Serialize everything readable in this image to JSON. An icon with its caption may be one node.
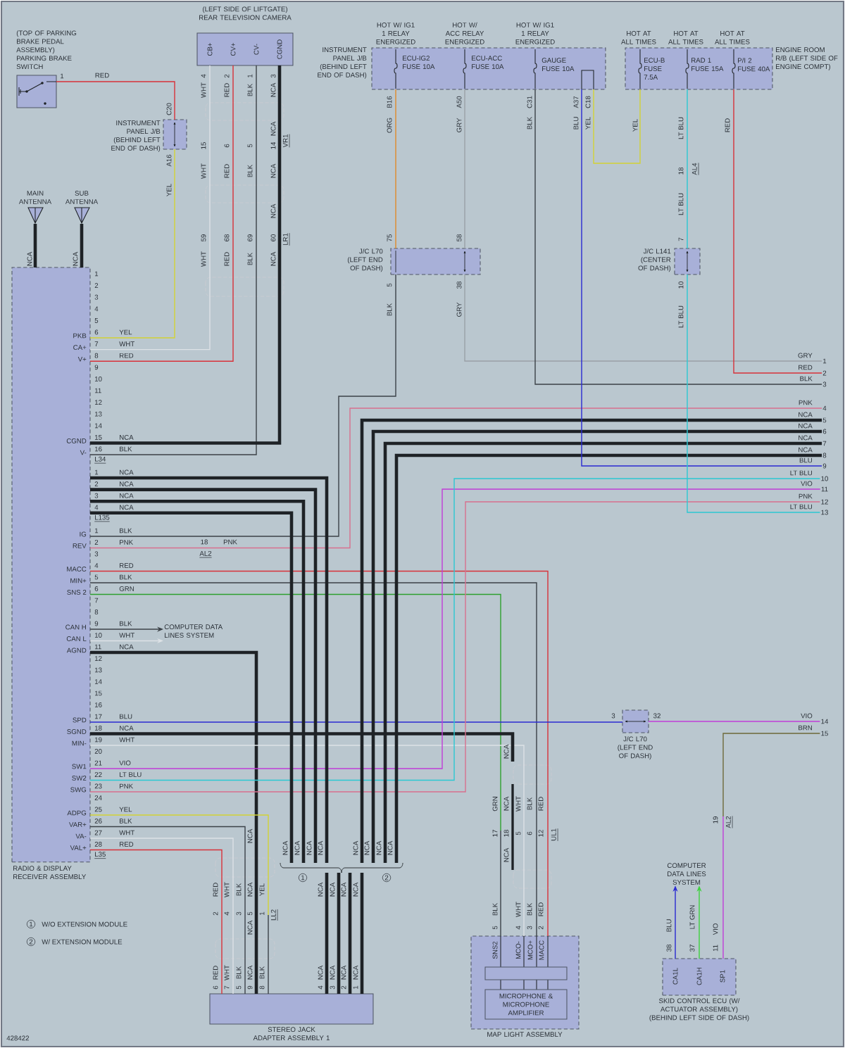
{
  "diagram": {
    "nodes": [
      {
        "text": [
          "(TOP OF PARKING BRAKE PEDAL ASSEMBLY) PARKING BRAKE SWITCH"
        ]
      },
      {
        "text": [
          "INSTRUMENT PANEL J/B (BEHIND LEFT END OF DASH)"
        ]
      },
      {
        "text": [
          "(LEFT SIDE OF LIFTGATE) REAR TELEVISION CAMERA",
          "CB+",
          "CV+",
          "CV-",
          "CGND"
        ]
      },
      {
        "text": [
          "MAIN ANTENNA"
        ]
      },
      {
        "text": [
          "SUB ANTENNA"
        ]
      },
      {
        "text": [
          "RADIO & DISPLAY RECEIVER ASSEMBLY"
        ]
      },
      {
        "text": [
          "INSTRUMENT PANEL J/B (BEHIND LEFT END OF DASH)"
        ]
      },
      {
        "text": [
          "ECU-IG2 FUSE 10A"
        ],
        "beside": [
          "HOT W/ IG1 1 RELAY ENERGIZED"
        ],
        "in": 6
      },
      {
        "text": [
          "ECU-ACC FUSE 10A"
        ],
        "beside": [
          "HOT W/ ACC RELAY ENERGIZED"
        ],
        "in": 6
      },
      {
        "text": [
          "GAUGE FUSE 10A"
        ],
        "beside": [
          "HOT W/ IG1 1 RELAY ENERGIZED"
        ],
        "in": 6
      },
      {
        "text": [
          "ENGINE ROOM R/B (LEFT SIDE OF ENGINE COMPT)"
        ]
      },
      {
        "text": [
          "ECU-B FUSE 7.5A"
        ],
        "beside": [
          "HOT AT ALL TIMES"
        ],
        "in": 10
      },
      {
        "text": [
          "RAD 1 FUSE 15A"
        ],
        "beside": [
          "HOT AT ALL TIMES"
        ],
        "in": 10
      },
      {
        "text": [
          "P/I 2 FUSE 40A"
        ],
        "beside": [
          "HOT AT ALL TIMES"
        ],
        "in": 10
      },
      {
        "text": [
          "J/C L70 (LEFT END OF DASH)"
        ]
      },
      {
        "text": [
          "J/C L141 (CENTER OF DASH)"
        ]
      },
      {
        "text": [
          "J/C L70 (LEFT END OF DASH)"
        ]
      },
      {
        "text": [
          "COMPUTER DATA LINES SYSTEM"
        ]
      },
      {
        "text": [
          "STEREO JACK ADAPTER ASSEMBLY 1"
        ]
      },
      {
        "text": [
          "MAP LIGHT ASSEMBLY",
          "SNS2",
          "MCO-",
          "MCO+",
          "MACC"
        ]
      },
      {
        "text": [],
        "shape": "bar",
        "in": 19
      },
      {
        "text": [
          "MICROPHONE & MICROPHONE AMPLIFIER"
        ],
        "in": 19
      },
      {
        "text": [
          "SKID CONTROL ECU (W/ ACTUATOR ASSEMBLY) (BEHIND LEFT SIDE OF DASH)",
          "CA1L",
          "CA1H",
          "SP1"
        ]
      },
      {
        "text": [
          "COMPUTER DATA LINES SYSTEM"
        ]
      },
      {
        "text": [
          "1"
        ]
      },
      {
        "text": [
          "2"
        ]
      },
      {
        "text": [
          "3"
        ]
      },
      {
        "text": [
          "4"
        ]
      },
      {
        "text": [
          "5"
        ]
      },
      {
        "text": [
          "6"
        ]
      },
      {
        "text": [
          "7"
        ]
      },
      {
        "text": [
          "8"
        ]
      },
      {
        "text": [
          "9"
        ]
      },
      {
        "text": [
          "10"
        ]
      },
      {
        "text": [
          "11"
        ]
      },
      {
        "text": [
          "12"
        ]
      },
      {
        "text": [
          "13"
        ]
      },
      {
        "text": [
          "14"
        ]
      },
      {
        "text": [
          "15"
        ]
      },
      {
        "text": [],
        "shape": "bracket"
      }
    ],
    "edges": [
      {
        "from": 0,
        "to": 1,
        "arrow": "none",
        "label": "RED",
        "color": "#d8323a"
      },
      {
        "from": 1,
        "to": 5,
        "arrow": "none",
        "label": "YEL",
        "color": "#d2d236"
      },
      {
        "from": 2,
        "to": 5,
        "arrow": "none",
        "label": "WHT",
        "color": "#dde2e6"
      },
      {
        "from": 2,
        "to": 5,
        "arrow": "none",
        "label": "RED",
        "color": "#d8323a"
      },
      {
        "from": 2,
        "to": 5,
        "arrow": "none",
        "label": "BLK",
        "color": "#3c4248"
      },
      {
        "from": 2,
        "to": 5,
        "arrow": "none",
        "label": "NCA",
        "style": "thick"
      },
      {
        "from": 3,
        "to": 5,
        "arrow": "none",
        "label": "NCA",
        "style": "thick"
      },
      {
        "from": 4,
        "to": 5,
        "arrow": "none",
        "label": "NCA",
        "style": "thick"
      },
      {
        "from": 5,
        "to": 14,
        "arrow": "none",
        "label": "BLK",
        "color": "#3c4248"
      },
      {
        "from": 5,
        "to": 27,
        "arrow": "none",
        "label": "PNK",
        "color": "#d8708e"
      },
      {
        "from": 5,
        "to": 19,
        "arrow": "none",
        "label": "RED",
        "color": "#d8323a"
      },
      {
        "from": 5,
        "to": 19,
        "arrow": "none",
        "label": "BLK",
        "color": "#3c4248"
      },
      {
        "from": 5,
        "to": 19,
        "arrow": "none",
        "label": "GRN",
        "color": "#2ea02e"
      },
      {
        "from": 5,
        "to": 17,
        "arrow": "to",
        "label": "BLK",
        "color": "#3c4248"
      },
      {
        "from": 5,
        "to": 17,
        "arrow": "to",
        "label": "WHT",
        "color": "#dde2e6"
      },
      {
        "from": 5,
        "to": 18,
        "arrow": "none",
        "label": "NCA",
        "style": "thick"
      },
      {
        "from": 5,
        "to": 16,
        "arrow": "none",
        "label": "BLU",
        "color": "#2a2ad2"
      },
      {
        "from": 5,
        "to": 19,
        "arrow": "none",
        "label": "WHT",
        "color": "#dde2e6"
      },
      {
        "from": 5,
        "to": null,
        "arrow": "none",
        "label": "NCA",
        "style": "thick"
      },
      {
        "from": 5,
        "to": 34,
        "arrow": "none",
        "label": "VIO",
        "color": "#c03ed8"
      },
      {
        "from": 5,
        "to": 33,
        "arrow": "none",
        "label": "LT BLU",
        "color": "#2cc8d2"
      },
      {
        "from": 5,
        "to": 35,
        "arrow": "none",
        "label": "PNK",
        "color": "#d8708e"
      },
      {
        "from": 5,
        "to": 18,
        "arrow": "none",
        "label": "YEL",
        "color": "#d2d236"
      },
      {
        "from": 5,
        "to": 18,
        "arrow": "none",
        "label": "BLK",
        "color": "#3c4248"
      },
      {
        "from": 5,
        "to": 18,
        "arrow": "none",
        "label": "WHT",
        "color": "#dde2e6"
      },
      {
        "from": 5,
        "to": 18,
        "arrow": "none",
        "label": "RED",
        "color": "#d8323a"
      },
      {
        "from": 5,
        "to": 39,
        "arrow": "none",
        "label": "NCA",
        "style": "thick"
      },
      {
        "from": 5,
        "to": 39,
        "arrow": "none",
        "label": "NCA",
        "style": "thick"
      },
      {
        "from": 5,
        "to": 39,
        "arrow": "none",
        "label": "NCA",
        "style": "thick"
      },
      {
        "from": 5,
        "to": 39,
        "arrow": "none",
        "label": "NCA",
        "style": "thick"
      },
      {
        "from": 39,
        "to": 18,
        "arrow": "none",
        "label": "NCA",
        "style": "thick"
      },
      {
        "from": 39,
        "to": 18,
        "arrow": "none",
        "label": "NCA",
        "style": "thick"
      },
      {
        "from": 39,
        "to": 18,
        "arrow": "none",
        "label": "NCA",
        "style": "thick"
      },
      {
        "from": 39,
        "to": 18,
        "arrow": "none",
        "label": "NCA",
        "style": "thick"
      },
      {
        "from": 28,
        "to": 39,
        "arrow": "none",
        "label": "NCA",
        "style": "thick"
      },
      {
        "from": 29,
        "to": 39,
        "arrow": "none",
        "label": "NCA",
        "style": "thick"
      },
      {
        "from": 30,
        "to": 39,
        "arrow": "none",
        "label": "NCA",
        "style": "thick"
      },
      {
        "from": 31,
        "to": 39,
        "arrow": "none",
        "label": "NCA",
        "style": "thick"
      },
      {
        "from": 7,
        "to": 14,
        "arrow": "none",
        "label": "ORG",
        "color": "#e08a2a"
      },
      {
        "from": 8,
        "to": 14,
        "arrow": "none",
        "label": "GRY",
        "color": "#9aa0a6"
      },
      {
        "from": 14,
        "to": 24,
        "arrow": "none",
        "label": "GRY",
        "color": "#9aa0a6"
      },
      {
        "from": 9,
        "to": 26,
        "arrow": "none",
        "label": "BLK",
        "color": "#3c4248"
      },
      {
        "from": 11,
        "to": 6,
        "arrow": "none",
        "label": "YEL",
        "color": "#d2d236"
      },
      {
        "from": 6,
        "to": 32,
        "arrow": "none",
        "label": "BLU",
        "color": "#2a2ad2"
      },
      {
        "from": 12,
        "to": 15,
        "arrow": "none",
        "label": "LT BLU",
        "color": "#2cc8d2"
      },
      {
        "from": 15,
        "to": 36,
        "arrow": "none",
        "label": "LT BLU",
        "color": "#2cc8d2"
      },
      {
        "from": 13,
        "to": 25,
        "arrow": "none",
        "label": "RED",
        "color": "#d8323a"
      },
      {
        "from": 16,
        "to": 37,
        "arrow": "none",
        "label": "VIO",
        "color": "#c03ed8"
      },
      {
        "from": 38,
        "to": 22,
        "arrow": "none",
        "label": "BRN",
        "color": "#6e6a3a"
      },
      {
        "from": 22,
        "to": 23,
        "arrow": "to",
        "label": "BLU",
        "color": "#2a2ad2"
      },
      {
        "from": 22,
        "to": 23,
        "arrow": "to",
        "label": "LT GRN",
        "color": "#3ed23e"
      }
    ],
    "labels": [
      "1",
      "2",
      "3",
      "4",
      "5",
      "6",
      "7",
      "8",
      "9",
      "10",
      "11",
      "12",
      "13",
      "14",
      "15",
      "16",
      "L34",
      "1",
      "2",
      "3",
      "4",
      "L135",
      "1",
      "2",
      "3",
      "4",
      "5",
      "6",
      "7",
      "8",
      "9",
      "10",
      "11",
      "12",
      "13",
      "14",
      "15",
      "16",
      "17",
      "18",
      "19",
      "20",
      "21",
      "22",
      "23",
      "24",
      "25",
      "26",
      "27",
      "28",
      "L35",
      "PKB",
      "CA+",
      "V+",
      "CGND",
      "V-",
      "IG",
      "REV",
      "MACC",
      "MIN+",
      "SNS 2",
      "CAN H",
      "CAN L",
      "AGND",
      "SPD",
      "SGND",
      "MIN-",
      "SW1",
      "SW2",
      "SWG",
      "ADPG",
      "VAR+",
      "VA-",
      "VAL+",
      "4",
      "2",
      "1",
      "3",
      "WHT",
      "RED",
      "BLK",
      "NCA",
      "15",
      "6",
      "5",
      "14",
      "NCA",
      "VR1",
      "WHT",
      "RED",
      "BLK",
      "NCA",
      "NCA",
      "59",
      "68",
      "69",
      "60",
      "LR1",
      "WHT",
      "RED",
      "BLK",
      "NCA",
      "1",
      "C20",
      "A16",
      "YEL",
      "B16",
      "75",
      "5",
      "BLK",
      "A50",
      "58",
      "38",
      "GRY",
      "C31",
      "BLK",
      "A37",
      "BLU",
      "C18",
      "YEL",
      "18",
      "AL4",
      "LT BLU",
      "7",
      "10",
      "LT BLU",
      "RED",
      "PNK",
      "LT BLU",
      "VIO",
      "PNK",
      "18",
      "AL2",
      "PNK",
      "NCA",
      "GRN",
      "17",
      "BLK",
      "5",
      "NCA",
      "NCA",
      "18",
      "NCA",
      "WHT",
      "5",
      "WHT",
      "4",
      "BLK",
      "6",
      "BLK",
      "3",
      "RED",
      "12",
      "RED",
      "2",
      "UL1",
      "RED",
      "WHT",
      "BLK",
      "NCA",
      "YEL",
      "2",
      "4",
      "3",
      "5",
      "1",
      "LL2",
      "NCA",
      "RED",
      "WHT",
      "BLK",
      "NCA",
      "BLK",
      "6",
      "7",
      "5",
      "9",
      "8",
      "NCA",
      "NCA",
      "NCA",
      "NCA",
      "NCA",
      "NCA",
      "NCA",
      "NCA",
      "1",
      "2",
      "NCA",
      "NCA",
      "NCA",
      "NCA",
      "4",
      "3",
      "2",
      "1",
      "38",
      "37",
      "11",
      "VIO",
      "19",
      "AL2",
      "3",
      "32",
      "1",
      "W/O EXTENSION MODULE",
      "2",
      "W/ EXTENSION MODULE",
      "428422"
    ]
  }
}
